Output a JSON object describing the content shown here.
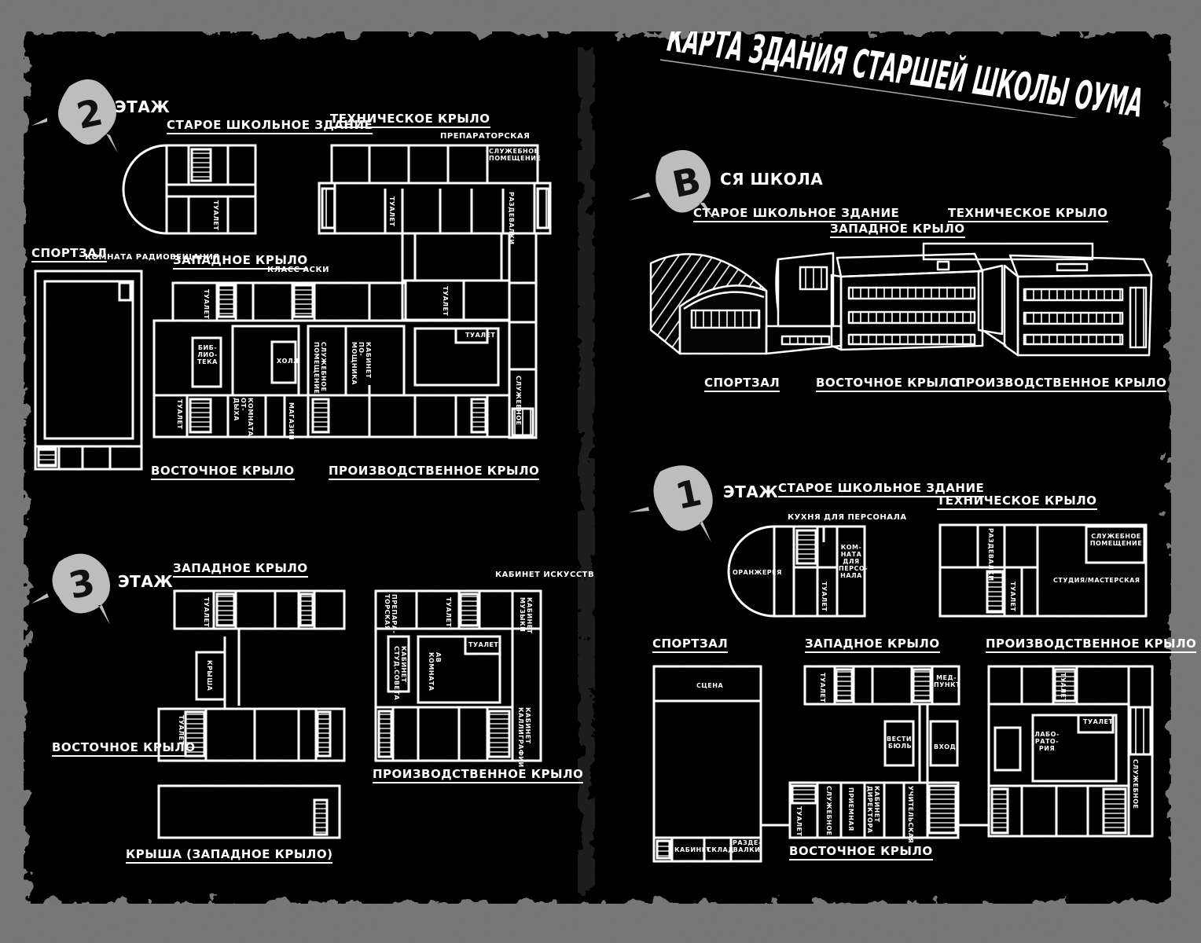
{
  "title": "КАРТА ЗДАНИЯ СТАРШЕЙ ШКОЛЫ ОУМА",
  "sections": {
    "floor2": {
      "badge": "2",
      "word": "ЭТАЖ",
      "old_building": "СТАРОЕ ШКОЛЬНОЕ ЗДАНИЕ",
      "tech_wing": "ТЕХНИЧЕСКОЕ КРЫЛО",
      "gym": "СПОРТЗАЛ",
      "radio_room": "КОМНАТА РАДИОВЕЩАНИЯ",
      "west_wing": "ЗАПАДНОЕ КРЫЛО",
      "ascii_class": "КЛАСС АСКИ",
      "prep_room": "ПРЕПАРАТОРСКАЯ",
      "service_room": "СЛУЖЕБНОЕ ПОМЕЩЕНИЕ",
      "toilet": "ТУАЛЕТ",
      "locker": "РАЗДЕВАЛКИ",
      "library": "БИБ- ЛИО- ТЕКА",
      "hall": "ХОЛЛ",
      "service2": "СЛУЖЕБНОЕ ПОМЕЩЕНИЕ",
      "cabinet_help": "КАБИНЕТ ПО- МОЩНИКА",
      "service_small": "СЛУЖЕБНОЕ",
      "rest_room": "КОМНАТА ОТ- ДЫХА",
      "shop": "МАГАЗИН",
      "east_wing": "ВОСТОЧНОЕ КРЫЛО",
      "prod_wing": "ПРОИЗВОДСТВЕННОЕ КРЫЛО"
    },
    "floor3": {
      "badge": "3",
      "word": "ЭТАЖ",
      "west_wing": "ЗАПАДНОЕ КРЫЛО",
      "art_cabinet": "КАБИНЕТ ИСКУССТВ",
      "toilet": "ТУАЛЕТ",
      "roof": "КРЫША",
      "prep_room": "ПРЕПАРА- ТОРСКАЯ",
      "music_cabinet": "КАБИНЕТ МУЗЫКИ",
      "council_cabinet": "КАБИНЕТ СТУД.СОВЕТА",
      "av_room": "АВ КОМНАТА",
      "calligraphy_cabinet": "КАБИНЕТ КАЛЛИГРАФИИ",
      "east_wing": "ВОСТОЧНОЕ КРЫЛО",
      "prod_wing": "ПРОИЗВОДСТВЕННОЕ КРЫЛО",
      "roof_west": "КРЫША (ЗАПАДНОЕ КРЫЛО)"
    },
    "whole": {
      "badge": "В",
      "word": "СЯ ШКОЛА",
      "old_building": "СТАРОЕ ШКОЛЬНОЕ ЗДАНИЕ",
      "west_wing": "ЗАПАДНОЕ КРЫЛО",
      "tech_wing": "ТЕХНИЧЕСКОЕ КРЫЛО",
      "gym": "СПОРТЗАЛ",
      "east_wing": "ВОСТОЧНОЕ КРЫЛО",
      "prod_wing": "ПРОИЗВОДСТВЕННОЕ КРЫЛО"
    },
    "floor1": {
      "badge": "1",
      "word": "ЭТАЖ",
      "old_building": "СТАРОЕ ШКОЛЬНОЕ ЗДАНИЕ",
      "tech_wing": "ТЕХНИЧЕСКОЕ КРЫЛО",
      "staff_kitchen": "КУХНЯ ДЛЯ ПЕРСОНАЛА",
      "greenhouse": "ОРАНЖЕРЕЯ",
      "staff_room": "КОМ- НАТА ДЛЯ ПЕРСО- НАЛА",
      "toilet": "ТУАЛЕТ",
      "locker": "РАЗДЕВАЛКИ",
      "service_room": "СЛУЖЕБНОЕ ПОМЕЩЕНИЕ",
      "studio": "СТУДИЯ/МАСТЕРСКАЯ",
      "gym": "СПОРТЗАЛ",
      "west_wing": "ЗАПАДНОЕ КРЫЛО",
      "prod_wing": "ПРОИЗВОДСТВЕННОЕ КРЫЛО",
      "stage": "СЦЕНА",
      "med_point": "МЕД- ПУНКТ",
      "lobby": "ВЕСТИ- БЮЛЬ",
      "entrance": "ВХОД",
      "lab": "ЛАБО- РАТО- РИЯ",
      "service_small": "СЛУЖЕБНОЕ",
      "reception": "ПРИЕМНАЯ",
      "director": "КАБИНЕТ ДИРЕКТОРА",
      "teachers": "УЧИТЕЛЬСКАЯ",
      "cabinet": "КАБИНЕТ",
      "storage": "СКЛАД",
      "locker2": "РАЗДЕ- ВАЛКИ",
      "east_wing": "ВОСТОЧНОЕ КРЫЛО"
    }
  },
  "colors": {
    "background": "#1c1c1c",
    "ink": "#ffffff",
    "grunge": "#6e6e6e"
  }
}
